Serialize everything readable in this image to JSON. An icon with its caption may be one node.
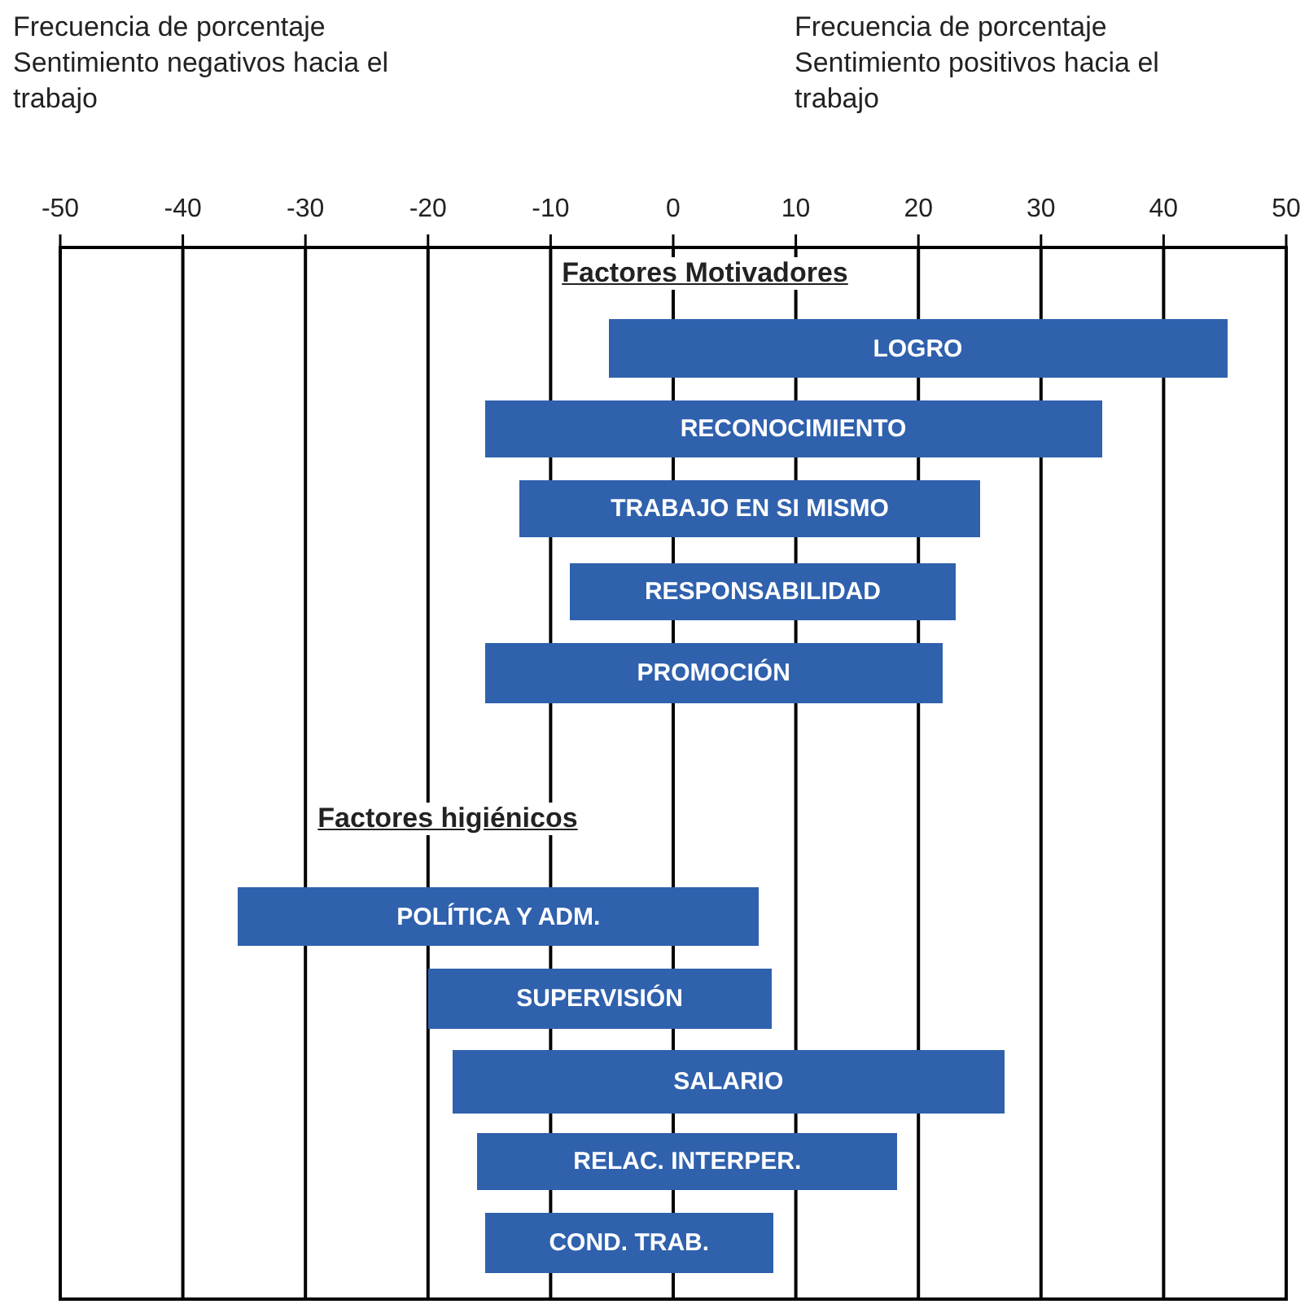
{
  "diagram": {
    "nodes": [
      {
        "text": [
          "LOGRO"
        ]
      },
      {
        "text": [
          "RECONOCIMIENTO"
        ]
      },
      {
        "text": [
          "TRABAJO EN SI MISMO"
        ]
      },
      {
        "text": [
          "RESPONSABILIDAD"
        ]
      },
      {
        "text": [
          "PROMOCIÓN"
        ]
      },
      {
        "text": [
          "POLÍTICA Y ADM."
        ]
      },
      {
        "text": [
          "SUPERVISIÓN"
        ]
      },
      {
        "text": [
          "SALARIO"
        ]
      },
      {
        "text": [
          "RELAC. INTERPER."
        ]
      },
      {
        "text": [
          "COND. TRAB."
        ]
      }
    ],
    "labels": [
      "Frecuencia de porcentaje Sentimiento negativos hacia el trabajo",
      "Frecuencia de porcentaje Sentimiento positivos hacia el trabajo",
      "-50",
      "-40",
      "-30",
      "-20",
      "-10",
      "0",
      "10",
      "20",
      "30",
      "40",
      "50",
      "Factores Motivadores",
      "Factores higiénicos"
    ]
  }
}
